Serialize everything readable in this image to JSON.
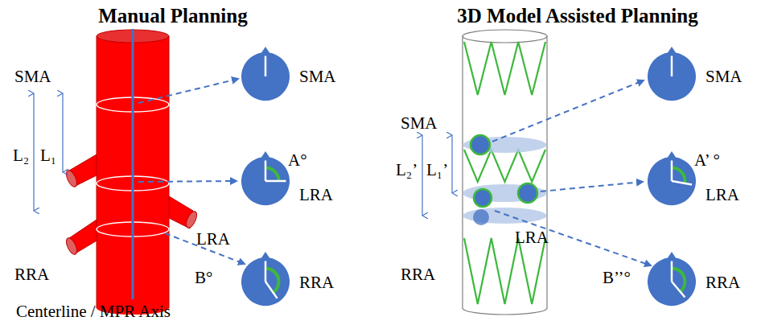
{
  "diagram": {
    "nodes": [
      {
        "text": [
          "SMA"
        ]
      },
      {
        "text": [
          "A°",
          "LRA"
        ]
      },
      {
        "text": [
          "B°",
          "RRA"
        ]
      },
      {
        "text": [
          "SMA"
        ]
      },
      {
        "text": [
          "A’ °",
          "LRA"
        ]
      },
      {
        "text": [
          "B’’°",
          "RRA"
        ]
      }
    ],
    "labels": [
      "Manual Planning",
      "3D Model Assisted Planning",
      "SMA",
      "L₂",
      "L₁",
      "RRA",
      "LRA",
      "Centerline / MPR Axis",
      "SMA",
      "L₂’",
      "L₁’",
      "LRA",
      "RRA"
    ]
  }
}
